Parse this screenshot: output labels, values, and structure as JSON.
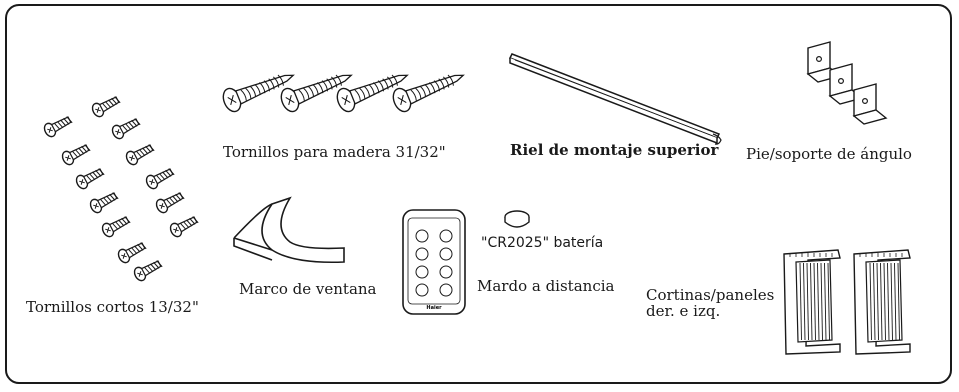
{
  "parts": {
    "short_screws": {
      "label": "Tornillos cortos 13/32\""
    },
    "wood_screws": {
      "label": "Tornillos para madera 31/32\""
    },
    "top_rail": {
      "label": "Riel de montaje superior"
    },
    "angle_bracket": {
      "label": "Pie/soporte de ángulo"
    },
    "window_frame": {
      "label": "Marco de ventana"
    },
    "remote": {
      "label": "Mardo a distancia",
      "brand": "Haier"
    },
    "battery": {
      "label": "\"CR2025\" batería"
    },
    "curtains": {
      "label_line1": "Cortinas/paneles",
      "label_line2": "der. e izq."
    }
  }
}
